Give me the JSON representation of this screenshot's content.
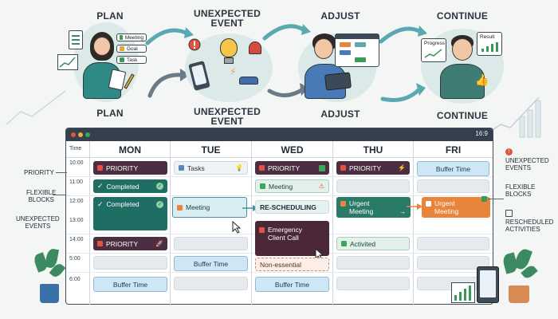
{
  "steps": {
    "plan_top": "PLAN",
    "plan_bottom": "PLAN",
    "unexpected_top": "UNEXPECTED\nEVENT",
    "unexpected_bottom": "UNEXPECTED\nEVENT",
    "adjust_top": "ADJUST",
    "adjust_bottom": "ADJUST",
    "continue_top": "CONTINUE",
    "continue_bottom": "CONTINUE"
  },
  "plan_checklist": [
    "Meeting",
    "Goal",
    "Task"
  ],
  "continue_cards": {
    "progress": "Progress",
    "result": "Result"
  },
  "board": {
    "ratio": "16:9",
    "time_header": "Time",
    "days": [
      "MON",
      "TUE",
      "WED",
      "THU",
      "FRI"
    ],
    "times": [
      "10:00",
      "11:00",
      "12:00",
      "13:00",
      "14:00",
      "5:00",
      "6:00"
    ]
  },
  "events": {
    "mon_priority": "PRIORITY",
    "mon_completed_1": "Completed",
    "mon_completed_2": "Completed",
    "mon_priority_2": "PRIORITY",
    "tue_tasks": "Tasks",
    "tue_meeting": "Meeting",
    "tue_buffer": "Buffer Time",
    "mon_buffer": "Buffer Time",
    "wed_priority": "PRIORITY",
    "wed_meeting": "Meeting",
    "wed_rescheduling": "RE-SCHEDULING",
    "wed_emergency": "Emergency\nClient Call",
    "wed_nonessential": "Non-essential",
    "wed_buffer": "Buffer Time",
    "thu_priority": "PRIORITY",
    "thu_urgent": "Urgent\nMeeting",
    "thu_activited": "Activited",
    "fri_buffer": "Buffer Time",
    "fri_urgent": "Urgent\nMeeting"
  },
  "left_labels": {
    "priority": "PRIORITY",
    "flexible": "FLEXIBLE\nBLOCKS",
    "unexpected": "UNEXPECTED\nEVENTS"
  },
  "right_labels": {
    "unexpected": "UNEXPECTED\nEVENTS",
    "flexible": "FLEXIBLE\nBLOCKS",
    "rescheduled": "RESCHEDULED\nACTIVITIES"
  },
  "colors": {
    "priority": "#4b2e42",
    "completed": "#1f6e63",
    "buffer": "#cfe7f5",
    "urgent": "#e9843b",
    "arrow": "#5aa9b0"
  }
}
